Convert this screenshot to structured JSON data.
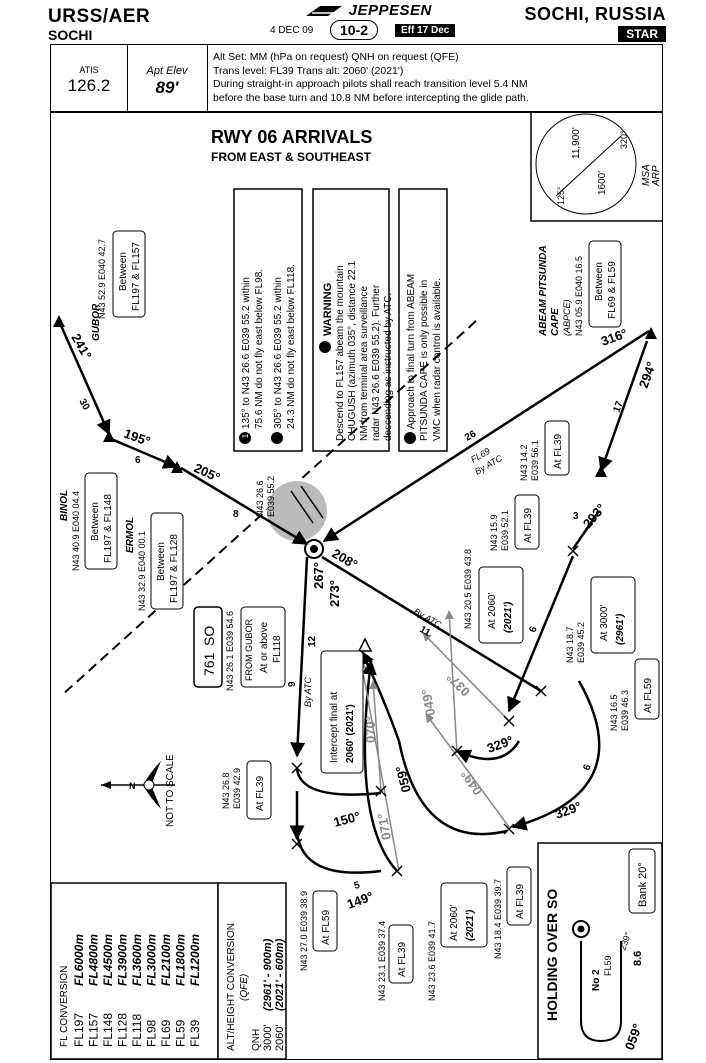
{
  "header": {
    "icao_iata": "URSS/AER",
    "city_left": "SOCHI",
    "brand": "JEPPESEN",
    "chart_date": "4 DEC 09",
    "chart_index": "10-2",
    "effective": "Eff 17 Dec",
    "location": "SOCHI, RUSSIA",
    "chart_type": "STAR"
  },
  "infobar": {
    "atis_label": "ATIS",
    "atis_freq": "126.2",
    "elev_label": "Apt Elev",
    "elev_value": "89'",
    "line1": "Alt Set: MM (hPa on request)     QNH on request      (QFE)",
    "line2": "Trans level: FL39    Trans alt: 2060'    (2021')",
    "line3": "During straight-in approach pilots shall reach transition level 5.4 NM",
    "line4": "before the base turn and 10.8 NM before intercepting the glide path."
  },
  "title": {
    "main": "RWY 06 ARRIVALS",
    "sub": "FROM EAST & SOUTHEAST"
  },
  "notes": {
    "n1": [
      "135° to N43 26.6 E039 55.2 within",
      "75.6 NM do not fly east below FL98.",
      "305° to N43 26.6 E039 55.2 within",
      "24.3 NM do not fly east below FL118."
    ],
    "warning_title": "WARNING",
    "n3": [
      "Descend to FL157 abeam the mountain",
      "CHUGUSH (azimuth 035°, distance 22.1",
      "NM from terminal area surveillance",
      "radar N43 26.6 E039 55.2). Further",
      "descending as instructed by ATC."
    ],
    "n4": [
      "Approach to final turn from ABEAM",
      "PITSUNDA CAPE is only possible in",
      "VMC when radar control is available."
    ]
  },
  "msa": {
    "alt1": "11,900'",
    "alt2": "1600'",
    "b1": "320°",
    "b2": "125°",
    "label1": "MSA",
    "label2": "ARP"
  },
  "fixes": {
    "gubor": {
      "name": "GUBOR",
      "coord1": "N43 52.9 E040 42.7",
      "l1": "Between",
      "l2": "FL197 & FL157"
    },
    "binol": {
      "name": "BINOL",
      "coord1": "N43 40.9 E040 04.4",
      "l1": "Between",
      "l2": "FL197 & FL148"
    },
    "ermol": {
      "name": "ERMOL",
      "coord1": "N43 32.9 E040 00.1",
      "l1": "Between",
      "l2": "FL197 & FL128"
    },
    "abeam": {
      "name": "ABEAM PITSUNDA",
      "name2": "CAPE",
      "ident": "(ABPCE)",
      "coord1": "N43 05.9 E040 16.5",
      "l1": "Between",
      "l2": "FL69 & FL59"
    },
    "ndb": {
      "freq": "761",
      "ident": "SO",
      "coord1": "N43 26.1 E039 54.6",
      "fromgubor": "FROM GUBOR",
      "l1": "At or above",
      "l2": "FL118"
    },
    "arp": {
      "coord": "N43 26.6",
      "coord2": "E039 55.2"
    }
  },
  "waypoints": [
    {
      "c1": "N43 14.2",
      "c2": "E039 56.1",
      "alt": "At FL39"
    },
    {
      "c1": "N43 15.9",
      "c2": "E039 52.1",
      "alt": "At FL39"
    },
    {
      "c1": "N43 20.5 E039 43.8",
      "alt": "At 2060'",
      "alt2": "(2021')"
    },
    {
      "c1": "N43 18.7",
      "c2": "E039 45.2",
      "alt": "At 3000'",
      "alt2": "(2961')"
    },
    {
      "c1": "N43 16.5",
      "c2": "E039 46.3",
      "alt": "At FL59"
    },
    {
      "c1": "N43 26.8",
      "c2": "E039 42.9",
      "alt": "At FL39"
    },
    {
      "c1": "N43 27.0 E039 38.9",
      "alt": "At FL59"
    },
    {
      "c1": "N43 23.1 E039 37.4",
      "alt": "At FL39"
    },
    {
      "c1": "N43 23.6 E039 41.7",
      "alt": "At 2060'",
      "alt2": "(2021')"
    },
    {
      "c1": "N43 18.4 E039 39.7",
      "alt": "At FL39"
    }
  ],
  "intercept": {
    "l1": "Intercept final at",
    "l2": "2060' (2021')"
  },
  "tracks": {
    "t241": "241°",
    "t195": "195°",
    "t205": "205°",
    "t267": "267°",
    "t273": "273°",
    "t208": "208°",
    "t316": "316°",
    "t294": "294°",
    "t293": "293°",
    "t329a": "329°",
    "t329b": "329°",
    "t150": "150°",
    "t149": "149°",
    "t037": "037°",
    "t049a": "049°",
    "t049b": "049°",
    "t059": "059°",
    "t070": "070°",
    "t071": "071°",
    "t059h": "059°",
    "t239h": "239°"
  },
  "distances": {
    "d30": "30",
    "d6": "6",
    "d8": "8",
    "d26": "26",
    "d17": "17",
    "d3": "3",
    "d11": "11",
    "d12": "12",
    "d9": "9",
    "d6b": "6",
    "d6c": "6",
    "d5": "5"
  },
  "labels": {
    "fl69": "FL69",
    "byatc": "By ATC",
    "byatc2": "By ATC",
    "byatc3": "By ATC",
    "notscale": "NOT TO SCALE",
    "north": "N"
  },
  "conversion": {
    "title": "FL CONVERSION",
    "rows": [
      [
        "FL197",
        "FL6000m"
      ],
      [
        "FL157",
        "FL4800m"
      ],
      [
        "FL148",
        "FL4500m"
      ],
      [
        "FL128",
        "FL3900m"
      ],
      [
        "FL118",
        "FL3600m"
      ],
      [
        "FL98",
        "FL3000m"
      ],
      [
        "FL69",
        "FL2100m"
      ],
      [
        "FL59",
        "FL1800m"
      ],
      [
        "FL39",
        "FL1200m"
      ]
    ],
    "alt_title": "ALT/HEIGHT CONVERSION",
    "alt_qfe": "(QFE)",
    "alt_qnh": "QNH",
    "alt_rows": [
      [
        "3000'",
        "(2961' - 900m)"
      ],
      [
        "2060'",
        "(2021' - 600m)"
      ]
    ]
  },
  "holding": {
    "title": "HOLDING OVER SO",
    "bank": "Bank 20°",
    "inbound": "059°",
    "outbound": "239°",
    "no2": "No 2",
    "fl": "FL59",
    "dist": "8.6"
  }
}
